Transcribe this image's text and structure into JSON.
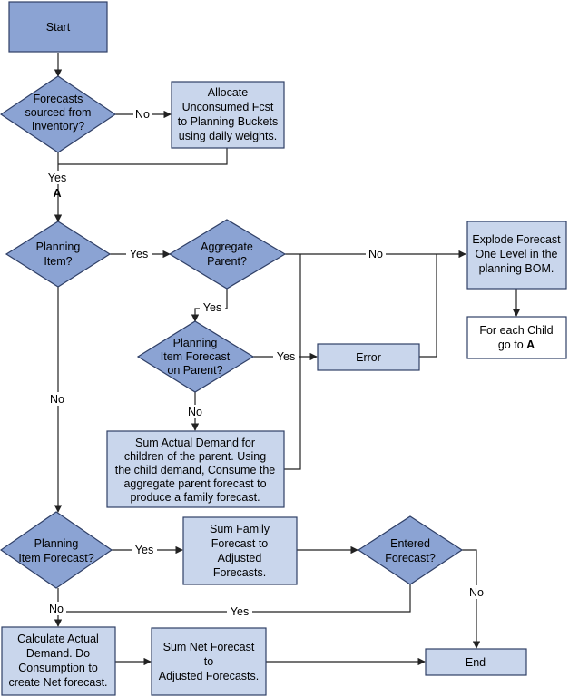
{
  "nodes": {
    "start": "Start",
    "forecasts_sourced": [
      "Forecasts",
      "sourced from",
      "Inventory?"
    ],
    "allocate": [
      "Allocate",
      "Unconsumed Fcst",
      "to Planning Buckets",
      "using daily weights."
    ],
    "connector_a": "A",
    "planning_item": [
      "Planning",
      "Item?"
    ],
    "aggregate_parent": [
      "Aggregate",
      "Parent?"
    ],
    "explode_forecast": [
      "Explode Forecast",
      "One Level in the",
      "planning BOM."
    ],
    "for_each_child": [
      "For each Child",
      "go to "
    ],
    "for_each_child_bold": "A",
    "planning_item_forecast_parent": [
      "Planning",
      "Item Forecast",
      "on Parent?"
    ],
    "error": "Error",
    "sum_actual_demand": [
      "Sum Actual Demand for",
      "children of the parent. Using",
      "the child demand, Consume the",
      "aggregate parent forecast to",
      "produce a family forecast."
    ],
    "planning_item_forecast": [
      "Planning",
      "Item Forecast?"
    ],
    "sum_family": [
      "Sum Family",
      "Forecast to",
      "Adjusted",
      "Forecasts."
    ],
    "entered_forecast": [
      "Entered",
      "Forecast?"
    ],
    "calc_actual": [
      "Calculate Actual",
      "Demand. Do",
      "Consumption to",
      "create Net forecast."
    ],
    "sum_net": [
      "Sum Net Forecast",
      "to",
      "Adjusted Forecasts."
    ],
    "end": "End"
  },
  "edge_labels": {
    "fs_no": "No",
    "fs_yes": "Yes",
    "pi_yes": "Yes",
    "ap_no": "No",
    "ap_yes": "Yes",
    "pifp_yes": "Yes",
    "pifp_no": "No",
    "pi_no": "No",
    "pif_yes": "Yes",
    "pif_no": "No",
    "ef_yes": "Yes",
    "ef_no": "No"
  },
  "colors": {
    "dark_fill": "#8ba3d3",
    "light_fill": "#c9d6ec",
    "stroke": "#2f3f66"
  }
}
